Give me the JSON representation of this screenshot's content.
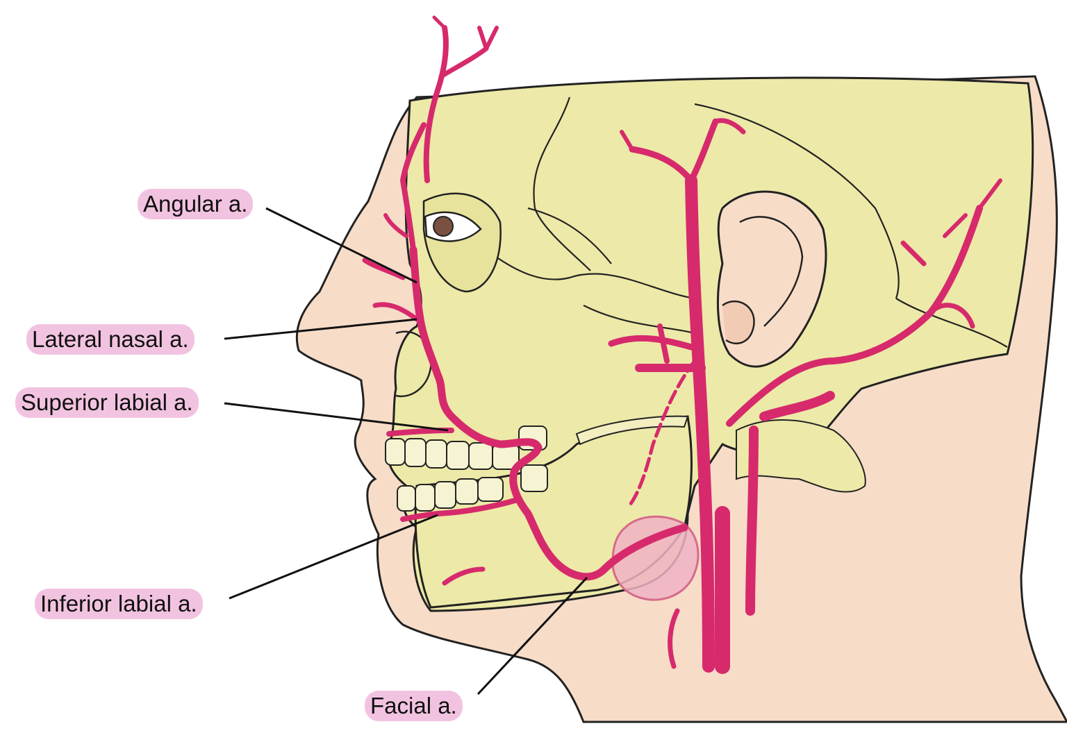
{
  "labels": {
    "angular": "Angular a.",
    "lateral_nasal": "Lateral nasal a.",
    "superior_labial": "Superior labial a.",
    "inferior_labial": "Inferior labial a.",
    "facial": "Facial a."
  },
  "colors": {
    "skin": "#f7dcc8",
    "bone": "#ede9a8",
    "artery": "#d62a6c",
    "gland": "#eeb3c4",
    "label_bg": "#f2c3e1",
    "leader": "#111111"
  }
}
